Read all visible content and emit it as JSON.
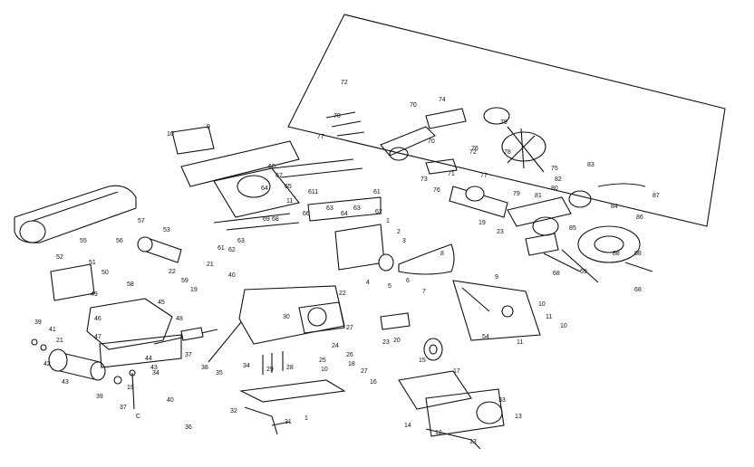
{
  "diagram": {
    "labels": [
      "72",
      "70",
      "70",
      "77",
      "74",
      "70",
      "76",
      "79",
      "78",
      "83",
      "75",
      "71",
      "72",
      "73",
      "76",
      "77",
      "79",
      "81",
      "82",
      "80",
      "87",
      "84",
      "86",
      "85",
      "23",
      "19",
      "88",
      "69",
      "68",
      "68",
      "68",
      "10",
      "9",
      "60",
      "67",
      "611",
      "11",
      "65",
      "64",
      "63",
      "62",
      "61",
      "66",
      "63",
      "64",
      "69",
      "68",
      "61",
      "62",
      "63",
      "1",
      "2",
      "3",
      "4",
      "5",
      "6",
      "7",
      "8",
      "9",
      "10",
      "11",
      "10",
      "11",
      "54",
      "55",
      "56",
      "57",
      "53",
      "52",
      "51",
      "50",
      "49",
      "58",
      "22",
      "59",
      "19",
      "21",
      "40",
      "39",
      "41",
      "21",
      "42",
      "43",
      "46",
      "47",
      "48",
      "45",
      "44",
      "43",
      "34",
      "19",
      "37",
      "39",
      "40",
      "C",
      "36",
      "37",
      "38",
      "35",
      "34",
      "29",
      "28",
      "30",
      "10",
      "25",
      "24",
      "26",
      "27",
      "22",
      "23",
      "20",
      "27",
      "18",
      "16",
      "17",
      "15",
      "14",
      "13",
      "12",
      "13",
      "33",
      "32",
      "31",
      "1"
    ]
  }
}
